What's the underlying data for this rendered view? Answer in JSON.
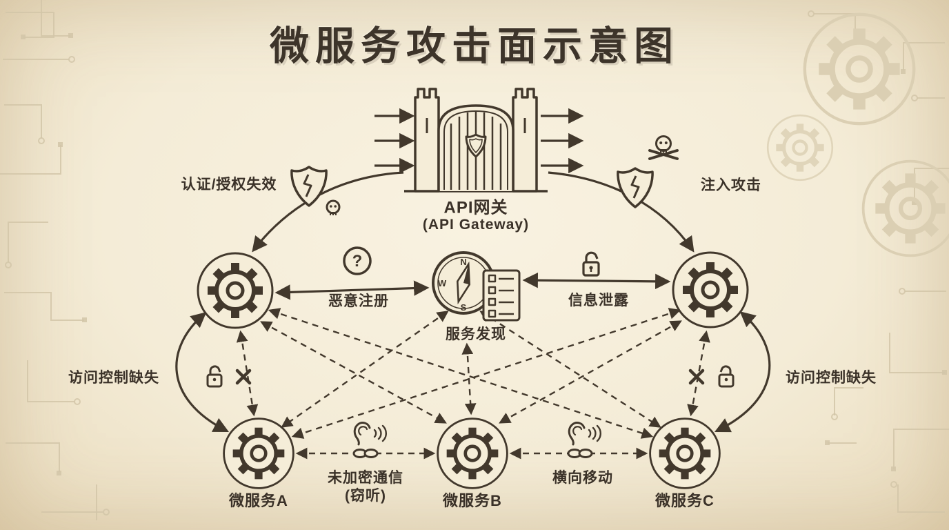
{
  "title": "微服务攻击面示意图",
  "gateway": {
    "name_zh": "API网关",
    "name_en": "(API Gateway)"
  },
  "nodes": {
    "service_discovery": "服务发现",
    "microservice_a": "微服务A",
    "microservice_b": "微服务B",
    "microservice_c": "微服务C"
  },
  "threats": {
    "auth_failure": "认证/授权失效",
    "injection": "注入攻击",
    "malicious_registration": "恶意注册",
    "information_disclosure": "信息泄露",
    "access_control_missing_left": "访问控制缺失",
    "access_control_missing_right": "访问控制缺失",
    "unencrypted_comm": "未加密通信",
    "eavesdropping": "(窃听)",
    "lateral_movement": "横向移动"
  },
  "icons": {
    "question_mark": "?",
    "compass": {
      "n": "N",
      "w": "W",
      "s": "S"
    },
    "names": [
      "castle-gate-icon",
      "shield-crack-icon",
      "skull-icon",
      "skull-crossbones-icon",
      "open-padlock-icon",
      "question-icon",
      "compass-icon",
      "checklist-icon",
      "ear-icon",
      "chain-link-icon",
      "x-mark-icon",
      "gear-icon"
    ]
  },
  "edges": [
    {
      "from": "api-gateway",
      "to": "service-node-left",
      "style": "solid-curve",
      "label": "认证/授权失效"
    },
    {
      "from": "api-gateway",
      "to": "service-node-right",
      "style": "solid-curve",
      "label": "注入攻击"
    },
    {
      "from": "service-node-left",
      "to": "service-discovery",
      "style": "solid-double",
      "label": "恶意注册"
    },
    {
      "from": "service-discovery",
      "to": "service-node-right",
      "style": "solid-double",
      "label": "信息泄露"
    },
    {
      "from": "service-node-left",
      "to": "microservice-a",
      "style": "solid-curve",
      "label": "访问控制缺失"
    },
    {
      "from": "service-node-right",
      "to": "microservice-c",
      "style": "solid-curve",
      "label": "访问控制缺失"
    },
    {
      "from": "service-node-left",
      "to": "microservice-a",
      "style": "dashed"
    },
    {
      "from": "service-node-right",
      "to": "microservice-c",
      "style": "dashed"
    },
    {
      "from": "service-node-left",
      "to": "microservice-b",
      "style": "dashed"
    },
    {
      "from": "service-node-left",
      "to": "microservice-c",
      "style": "dashed"
    },
    {
      "from": "service-node-right",
      "to": "microservice-a",
      "style": "dashed"
    },
    {
      "from": "service-node-right",
      "to": "microservice-b",
      "style": "dashed"
    },
    {
      "from": "service-discovery",
      "to": "microservice-a",
      "style": "dashed"
    },
    {
      "from": "service-discovery",
      "to": "microservice-b",
      "style": "dashed"
    },
    {
      "from": "service-discovery",
      "to": "microservice-c",
      "style": "dashed"
    },
    {
      "from": "microservice-a",
      "to": "microservice-b",
      "style": "dashed",
      "label": "未加密通信 (窃听)"
    },
    {
      "from": "microservice-b",
      "to": "microservice-c",
      "style": "dashed",
      "label": "横向移动"
    }
  ],
  "colors": {
    "ink": "#42382c",
    "paper": "#f5edd8",
    "trace": "#d2c5a8"
  }
}
